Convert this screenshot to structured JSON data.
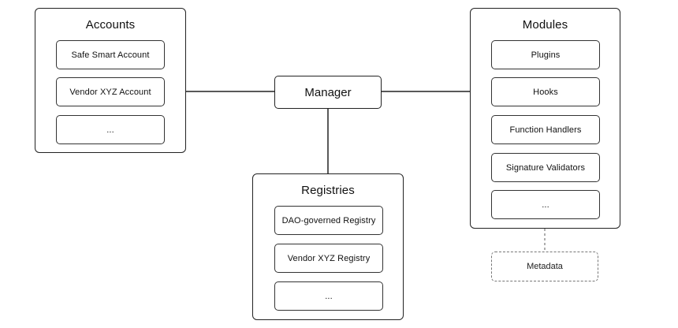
{
  "manager": {
    "label": "Manager"
  },
  "accounts": {
    "title": "Accounts",
    "items": [
      "Safe Smart Account",
      "Vendor XYZ Account",
      "..."
    ]
  },
  "modules": {
    "title": "Modules",
    "items": [
      "Plugins",
      "Hooks",
      "Function Handlers",
      "Signature Validators",
      "..."
    ]
  },
  "registries": {
    "title": "Registries",
    "items": [
      "DAO-governed Registry",
      "Vendor XYZ Registry",
      "..."
    ]
  },
  "metadata": {
    "label": "Metadata"
  },
  "colors": {
    "stroke": "#222222",
    "dashed": "#777777",
    "background": "#ffffff"
  }
}
